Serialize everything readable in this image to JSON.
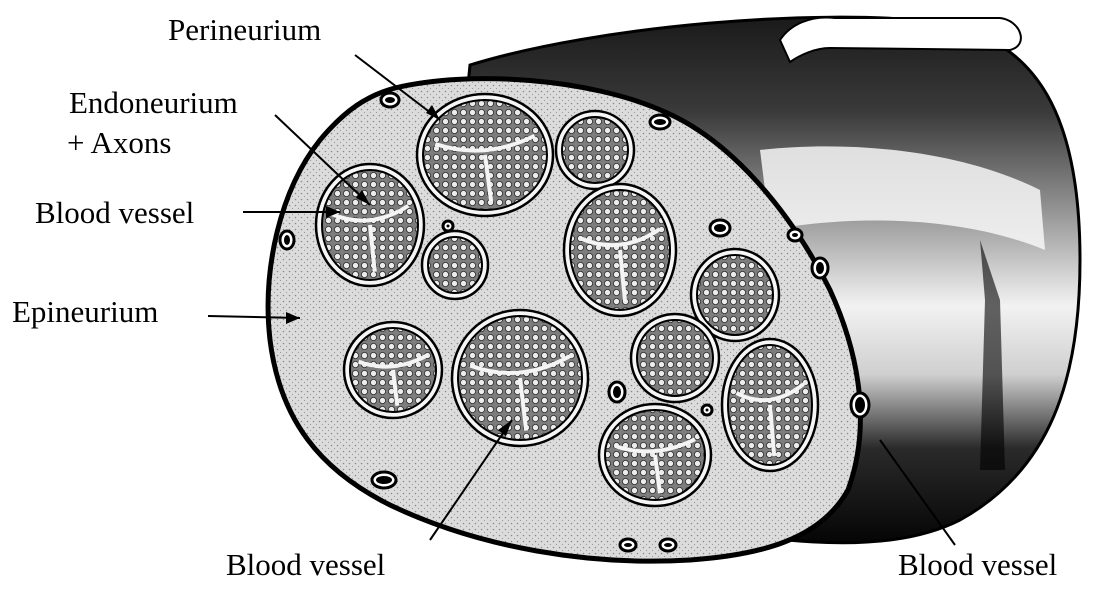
{
  "labels": {
    "perineurium": "Perineurium",
    "endoneurium_line1": "Endoneurium",
    "endoneurium_line2": "+ Axons",
    "blood_vessel_left": "Blood vessel",
    "epineurium": "Epineurium",
    "blood_vessel_bottom": "Blood vessel",
    "blood_vessel_right": "Blood vessel"
  },
  "colors": {
    "ink": "#000000",
    "stroke": "#111111",
    "epineurium_fill": "#d8d8d8",
    "fascicle_fill": "#a9a9a9",
    "axon_fill": "#e6e6e6",
    "sheath_light": "#f4f4f4",
    "sheath_dark": "#0a0a0a"
  }
}
